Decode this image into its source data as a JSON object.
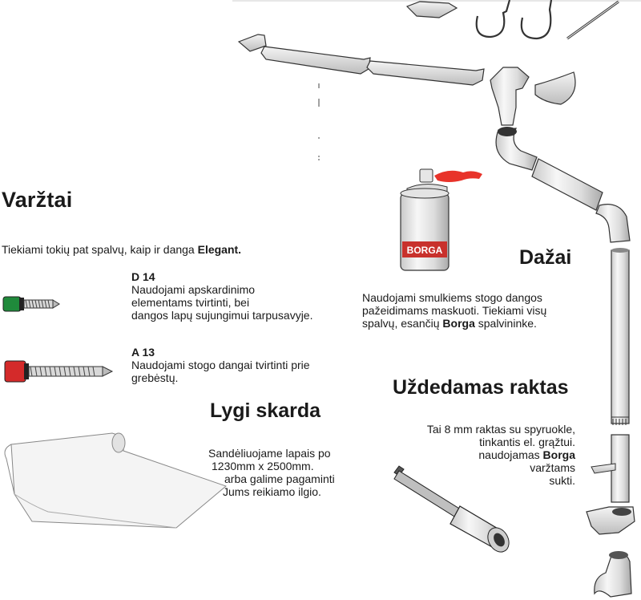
{
  "screws": {
    "title": "Varžtai",
    "intro_prefix": "Tiekiami tokių pat spalvų, kaip ir danga ",
    "intro_brand": "Elegant.",
    "items": [
      {
        "code": "D 14",
        "lines": [
          "Naudojami apskardinimo",
          "elementams tvirtinti, bei",
          "dangos lapų sujungimui tarpusavyje."
        ],
        "color": "#1f8a3b"
      },
      {
        "code": "A 13",
        "lines": [
          "Naudojami stogo dangai tvirtinti prie",
          "grebėstų."
        ],
        "color": "#d42a2a"
      }
    ]
  },
  "paint": {
    "title": "Dažai",
    "line1": "Naudojami smulkiems stogo dangos",
    "line2": "pažeidimams maskuoti. Tiekiami visų",
    "line3_prefix": "spalvų, esančių ",
    "line3_brand": "Borga",
    "line3_suffix": " spalvininke.",
    "can_label": "BORGA",
    "spray_color": "#e8332a"
  },
  "sheet": {
    "title": "Lygi skarda",
    "lines": [
      "Sandėliuojame lapais po",
      "1230mm x 2500mm.",
      "arba galime pagaminti",
      "Jums reikiamo ilgio."
    ]
  },
  "key": {
    "title": "Uždedamas raktas",
    "line1": "Tai 8 mm raktas su spyruokle,",
    "line2": "tinkantis el. grąžtui.",
    "line3_prefix": "naudojamas ",
    "line3_brand": "Borga",
    "line4": "varžtams",
    "line5": "sukti."
  }
}
